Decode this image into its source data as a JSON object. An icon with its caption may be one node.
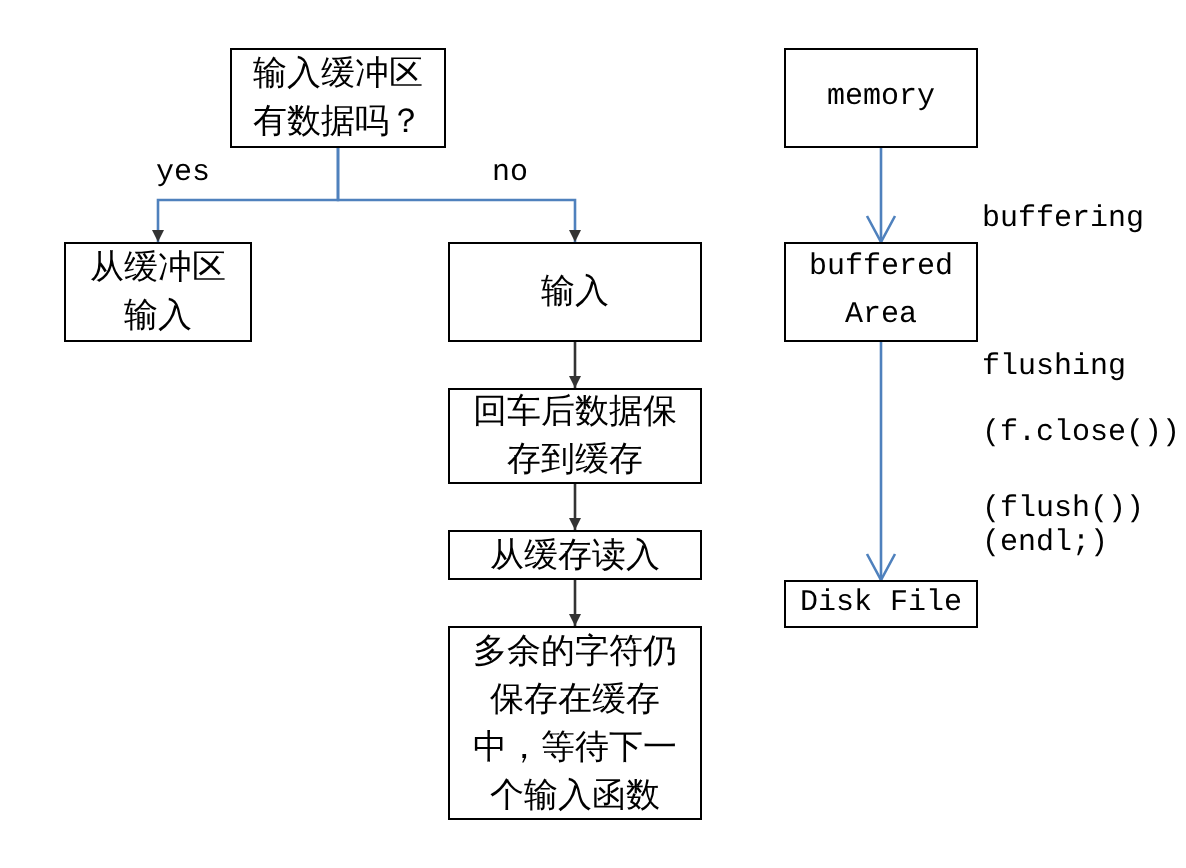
{
  "diagram": {
    "nodes": [
      {
        "text": [
          "输入缓冲区有数据吗？"
        ]
      },
      {
        "text": [
          "从缓冲区输入"
        ]
      },
      {
        "text": [
          "输入"
        ]
      },
      {
        "text": [
          "回车后数据保存到缓存"
        ]
      },
      {
        "text": [
          "从缓存读入"
        ]
      },
      {
        "text": [
          "多余的字符仍保存在缓存中，等待下一个输入函数"
        ]
      },
      {
        "text": [
          "memory"
        ]
      },
      {
        "text": [
          "buffered Area"
        ]
      },
      {
        "text": [
          "Disk File"
        ]
      }
    ],
    "edges": [
      {
        "from": 0,
        "to": 1,
        "arrow": "to",
        "label": "yes"
      },
      {
        "from": 0,
        "to": 2,
        "arrow": "to",
        "label": "no"
      },
      {
        "from": 2,
        "to": 3,
        "arrow": "to",
        "color": "#333333"
      },
      {
        "from": 3,
        "to": 4,
        "arrow": "to",
        "color": "#333333"
      },
      {
        "from": 4,
        "to": 5,
        "arrow": "to",
        "color": "#333333"
      },
      {
        "from": 6,
        "to": 7,
        "arrow": "to"
      },
      {
        "from": 7,
        "to": 8,
        "arrow": "to"
      }
    ],
    "labels": [
      "buffering",
      "flushing",
      "(f.close())",
      "(flush())",
      "(endl;)"
    ]
  }
}
